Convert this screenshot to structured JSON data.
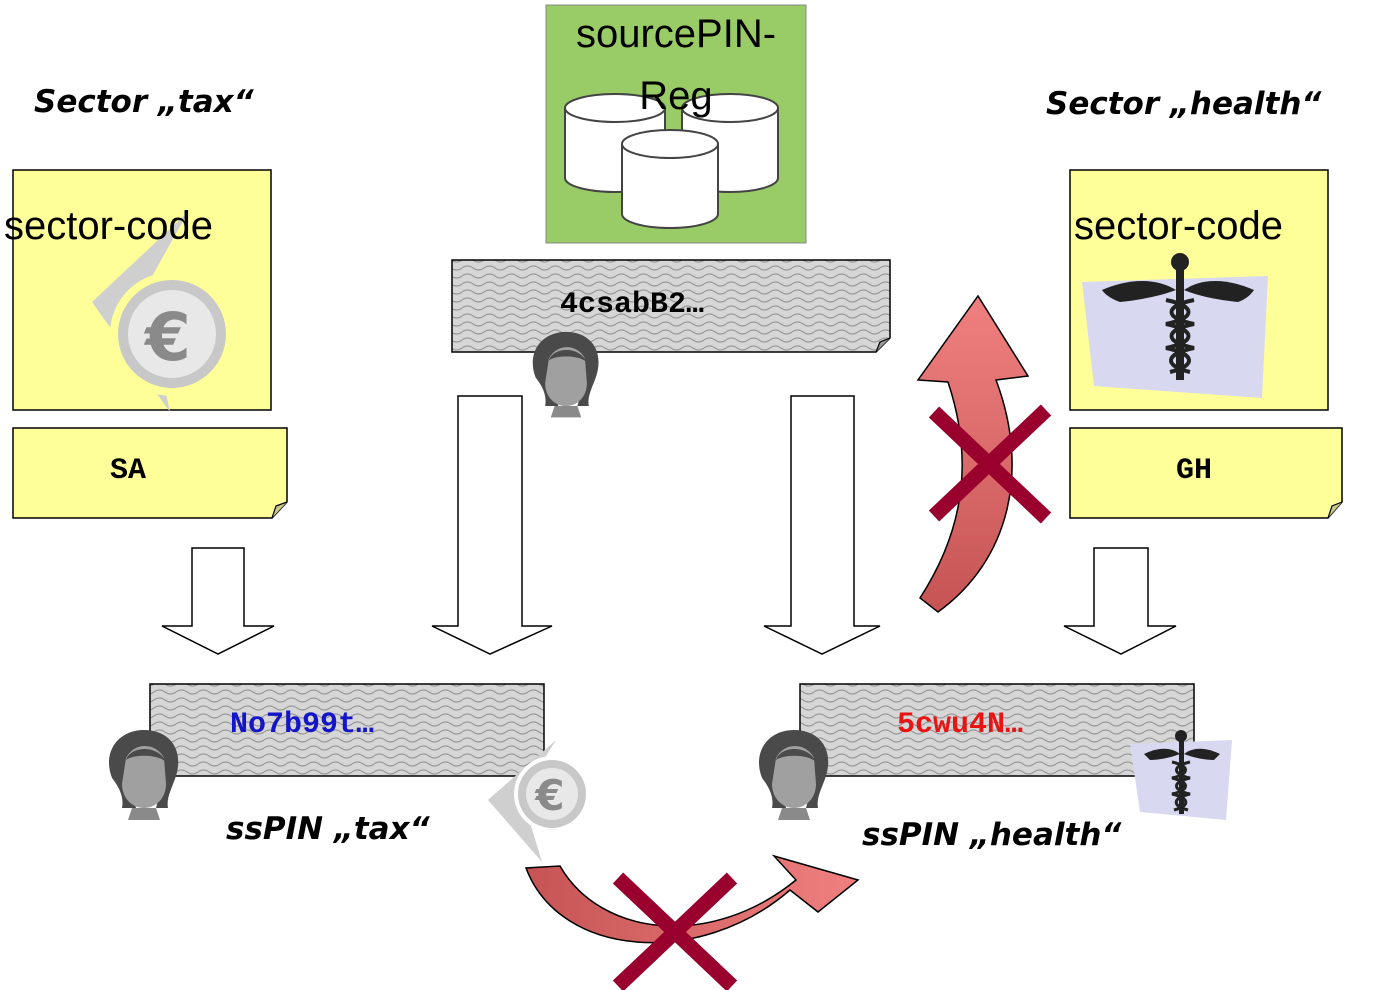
{
  "diagram": {
    "sector_tax": {
      "title": "Sector „tax“",
      "code_label": "sector-code",
      "code": "SA",
      "icon": "euro-icon"
    },
    "sector_health": {
      "title": "Sector „health“",
      "code_label": "sector-code",
      "code": "GH",
      "icon": "caduceus-icon"
    },
    "registry": {
      "label_line1": "sourcePIN-",
      "label_line2": "Reg",
      "icon": "database-icon"
    },
    "source_pin": {
      "value": "4csabB2…"
    },
    "sspin_tax": {
      "value": "No7b99t…",
      "label": "ssPIN „tax“",
      "color": "#1414c8"
    },
    "sspin_health": {
      "value": "5cwu4N…",
      "label": "ssPIN „health“",
      "color": "#e81414"
    },
    "colors": {
      "note_fill": "#ffff99",
      "registry_fill": "#99cc66",
      "pin_fill": "#d4d4d4",
      "blocked_arrow": "#d05a5a",
      "cross": "#99002e"
    }
  }
}
